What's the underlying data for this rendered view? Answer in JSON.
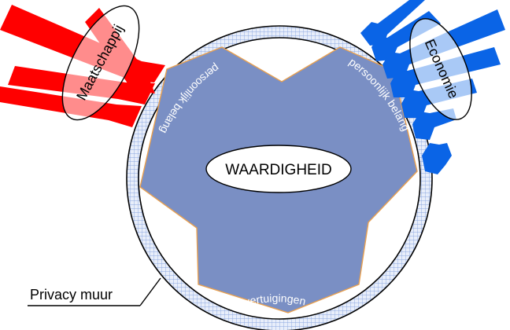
{
  "diagram": {
    "center_label": "WAARDIGHEID",
    "wall_label": "Privacy muur",
    "left_force_label": "Maatschappij",
    "right_force_label": "Economie",
    "left_side_label": "persoonlijk belang",
    "right_side_label": "persoonlijk belang",
    "bottom_label": "overtuigingen"
  },
  "colors": {
    "left_arrows": "#ff0000",
    "right_arrows": "#0a64e6",
    "shape_fill": "#7a8fc4",
    "shape_outline": "#e8a050",
    "wall_grid": "#8aa6e0",
    "wall_fill": "#e8eefa",
    "line": "#000000",
    "label_light": "#ffffff"
  }
}
